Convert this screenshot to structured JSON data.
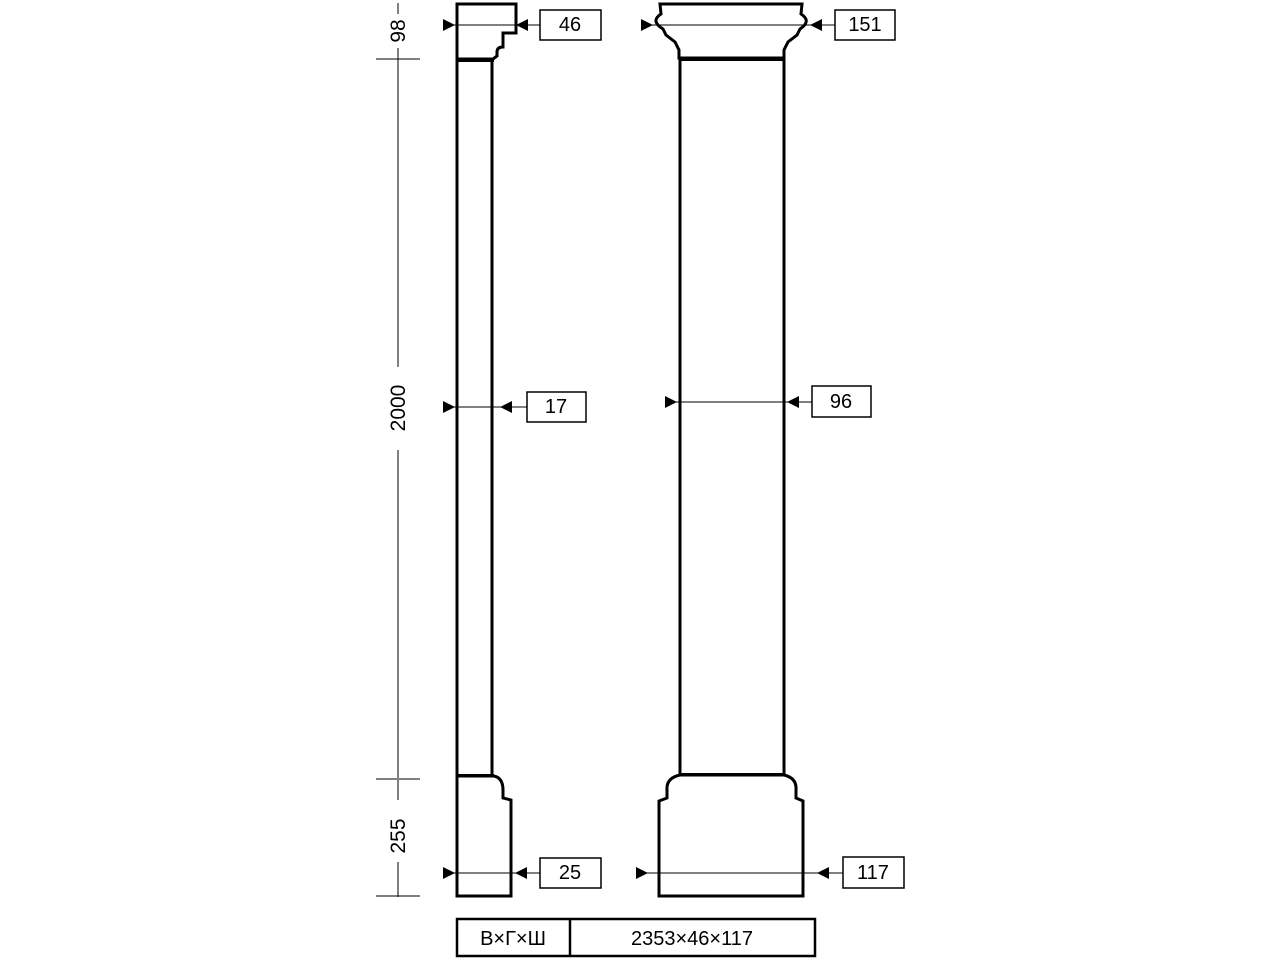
{
  "dimensions": {
    "capital_height": "98",
    "shaft_height": "2000",
    "base_height": "255",
    "capital_depth": "46",
    "shaft_depth": "17",
    "base_depth": "25",
    "capital_width": "151",
    "shaft_width": "96",
    "base_width": "117"
  },
  "title_block": {
    "label": "В×Г×Ш",
    "value": "2353×46×117"
  }
}
